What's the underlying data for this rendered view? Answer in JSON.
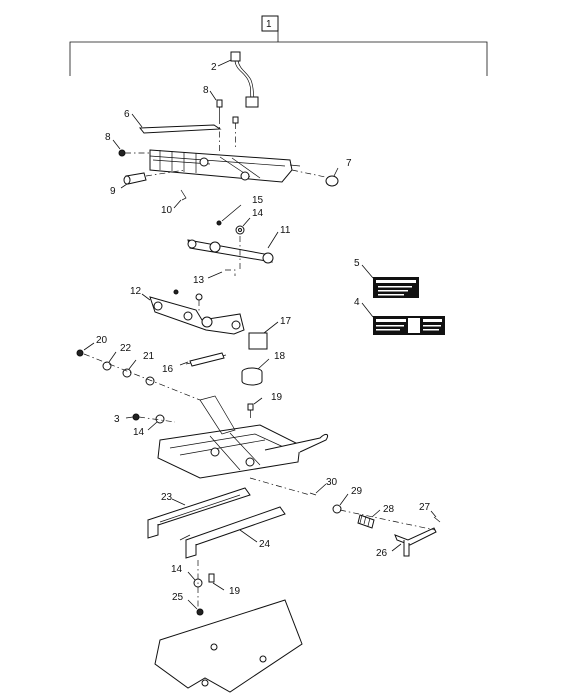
{
  "assembly": {
    "number": "1"
  },
  "callouts": {
    "c1": "1",
    "c2": "2",
    "c3": "3",
    "c4": "4",
    "c5": "5",
    "c6": "6",
    "c7": "7",
    "c8a": "8",
    "c8b": "8",
    "c9": "9",
    "c10": "10",
    "c11": "11",
    "c12": "12",
    "c13": "13",
    "c14a": "14",
    "c14b": "14",
    "c14c": "14",
    "c15": "15",
    "c16": "16",
    "c17": "17",
    "c18": "18",
    "c19a": "19",
    "c19b": "19",
    "c20": "20",
    "c21": "21",
    "c22": "22",
    "c23": "23",
    "c24": "24",
    "c25": "25",
    "c26": "26",
    "c27": "27",
    "c28": "28",
    "c29": "29",
    "c30": "30"
  }
}
